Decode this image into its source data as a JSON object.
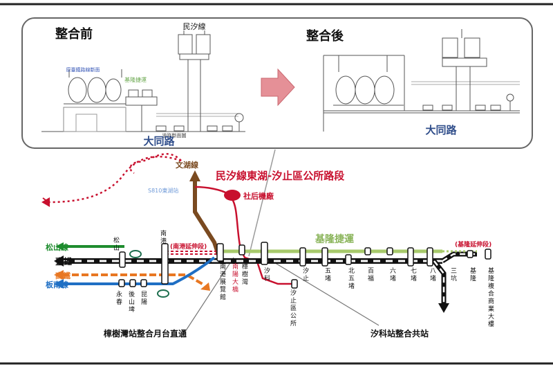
{
  "panels": {
    "before": {
      "title": "整合前",
      "road": "大同路",
      "line": "民汐線",
      "label_orig": "原臺鐵路線斷面",
      "label_keelung": "基隆捷運",
      "label_section": "道路斷面圖"
    },
    "after": {
      "title": "整合後",
      "road": "大同路"
    }
  },
  "map": {
    "route_title": "民汐線東湖-汐止區公所路段",
    "wenhu": "文湖線",
    "s810": "S810東湖站",
    "depot": "社后機廠",
    "keelung_mrt": "基隆捷運",
    "nangang_ext": "(南港延伸段)",
    "keelung_ext": "(基隆延伸段)",
    "lines": {
      "songshan": "松山線",
      "tra": "臺鐵",
      "hsr": "高鐵",
      "bannan": "板南線"
    },
    "stations": {
      "songshan": "松山",
      "nangang": "南港",
      "yongchun": "永春",
      "houshanpi": "後山埤",
      "kunyang": "昆陽",
      "exhibition": "南港展覽館",
      "nangang_tower": "南陽大橋",
      "zhangshuwan": "樟樹灣",
      "xike": "汐科",
      "xizhi": "汐止",
      "xizhi_office": "汐止區公所",
      "wudu": "五堵",
      "beiwudu": "北五堵",
      "baifu": "百福",
      "liudu": "六堵",
      "qidu": "七堵",
      "badu": "八堵",
      "sankeng": "三坑",
      "keelung": "基隆",
      "keelung_complex": "基隆複合商業大樓"
    },
    "callout_left": "樟樹灣站整合月台直通",
    "callout_right": "汐科站整合共站"
  },
  "colors": {
    "red": "#c8102e",
    "green": "#1e8c2e",
    "brown": "#7a4a20",
    "orange": "#e87722",
    "blue": "#1f6fc4",
    "lime": "#a7c96b",
    "navy": "#1f3864"
  }
}
